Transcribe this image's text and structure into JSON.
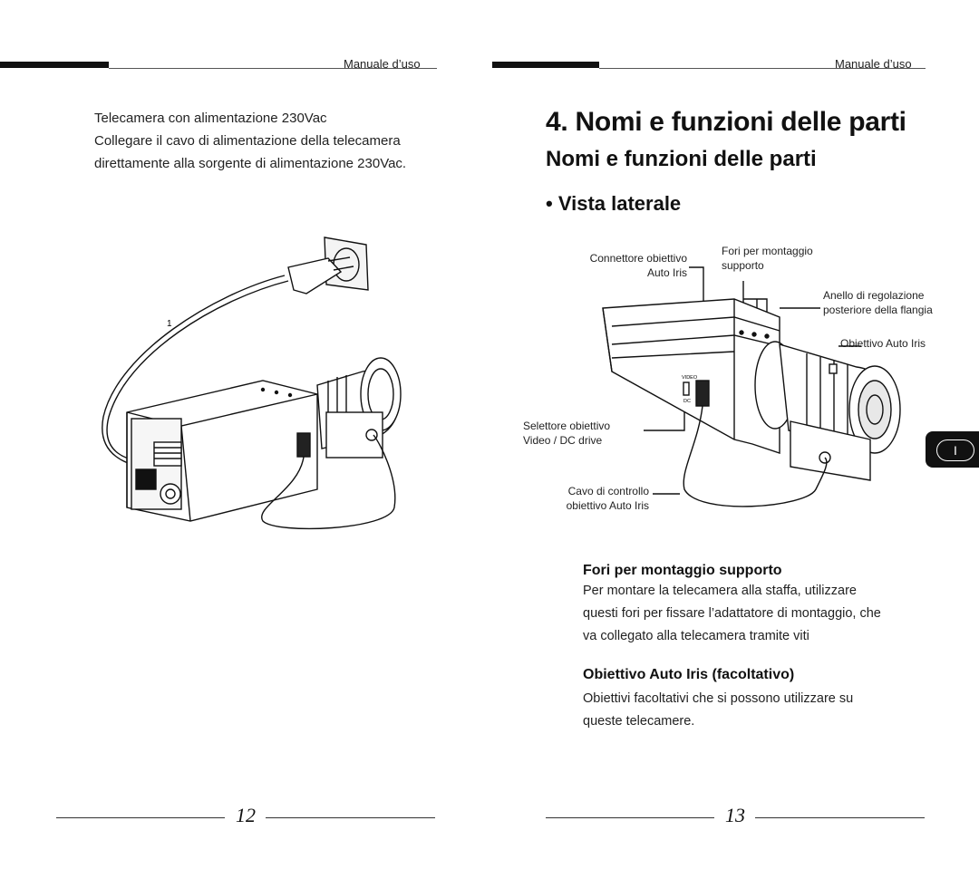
{
  "left_page": {
    "header": {
      "label": "Manuale d’uso"
    },
    "intro": {
      "line1": "Telecamera con alimentazione 230Vac",
      "line2": "Collegare il cavo di alimentazione della telecamera",
      "line3": "direttamente alla sorgente di alimentazione 230Vac."
    },
    "illustration": {
      "plug_mark": "1"
    },
    "page_number": "12"
  },
  "right_page": {
    "header": {
      "label": "Manuale d’uso"
    },
    "title": "4. Nomi e funzioni delle parti",
    "subtitle": "Nomi e funzioni delle parti",
    "section": "• Vista laterale",
    "labels": {
      "connector_1": "Connettore obiettivo",
      "connector_2": "Auto Iris",
      "holes_1": "Fori per montaggio",
      "holes_2": "supporto",
      "ring_1": "Anello di regolazione",
      "ring_2": "posteriore della flangia",
      "lens": "Obiettivo Auto Iris",
      "selector_1": "Selettore obiettivo",
      "selector_2": "Video / DC drive",
      "cable_1": "Cavo di controllo",
      "cable_2": "obiettivo Auto Iris"
    },
    "camera_marks": {
      "video": "VIDEO",
      "dc": "DC"
    },
    "mount": {
      "heading": "Fori per montaggio supporto",
      "line1": "Per montare la telecamera alla staffa, utilizzare",
      "line2": "questi fori per fissare l’adattatore di montaggio, che",
      "line3": "va collegato alla telecamera tramite viti"
    },
    "lens_opt": {
      "heading": "Obiettivo Auto Iris (facoltativo)",
      "line1": "Obiettivi facoltativi che si possono  utilizzare su",
      "line2": "queste telecamere."
    },
    "language_tab": "I",
    "page_number": "13"
  }
}
